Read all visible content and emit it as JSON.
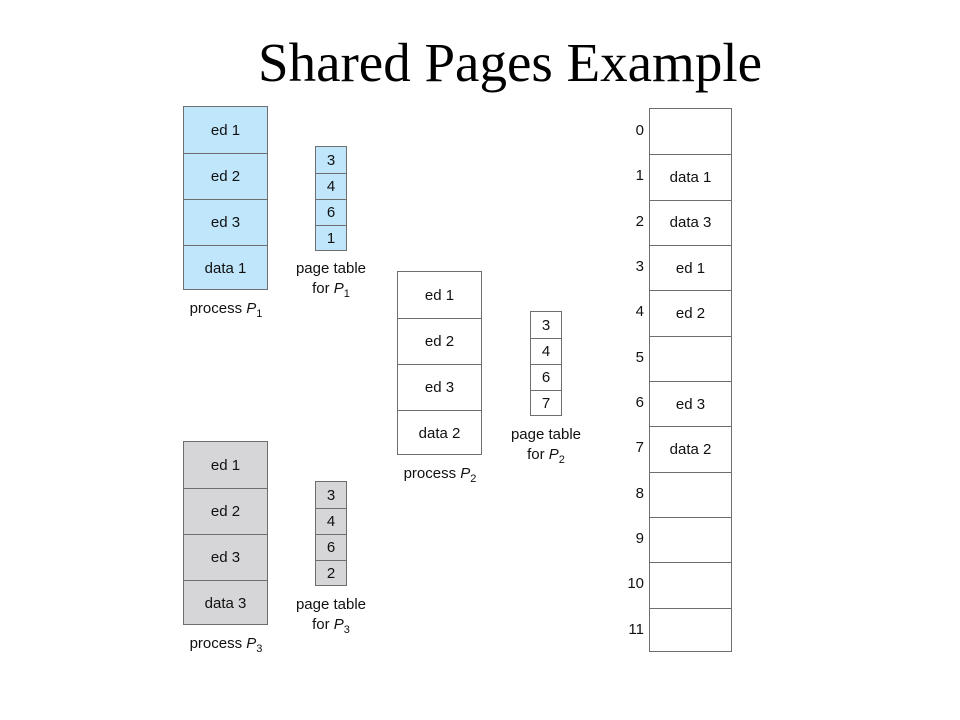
{
  "title": "Shared Pages Example",
  "process_p1": {
    "pages": [
      "ed 1",
      "ed 2",
      "ed 3",
      "data 1"
    ],
    "caption_main": "process",
    "caption_var": "P",
    "caption_sub": "1"
  },
  "page_table_p1": {
    "entries": [
      "3",
      "4",
      "6",
      "1"
    ],
    "caption_line1": "page table",
    "caption_prefix": "for",
    "caption_var": "P",
    "caption_sub": "1"
  },
  "process_p2": {
    "pages": [
      "ed 1",
      "ed 2",
      "ed 3",
      "data 2"
    ],
    "caption_main": "process",
    "caption_var": "P",
    "caption_sub": "2"
  },
  "page_table_p2": {
    "entries": [
      "3",
      "4",
      "6",
      "7"
    ],
    "caption_line1": "page table",
    "caption_prefix": "for",
    "caption_var": "P",
    "caption_sub": "2"
  },
  "process_p3": {
    "pages": [
      "ed 1",
      "ed 2",
      "ed 3",
      "data 3"
    ],
    "caption_main": "process",
    "caption_var": "P",
    "caption_sub": "3"
  },
  "page_table_p3": {
    "entries": [
      "3",
      "4",
      "6",
      "2"
    ],
    "caption_line1": "page table",
    "caption_prefix": "for",
    "caption_var": "P",
    "caption_sub": "3"
  },
  "physical_memory": {
    "frame_numbers": [
      "0",
      "1",
      "2",
      "3",
      "4",
      "5",
      "6",
      "7",
      "8",
      "9",
      "10",
      "11"
    ],
    "frame_contents": [
      "",
      "data 1",
      "data 3",
      "ed 1",
      "ed 2",
      "",
      "ed 3",
      "data 2",
      "",
      "",
      "",
      ""
    ]
  },
  "colors": {
    "process_p1_fill": "#bfe6fb",
    "process_p3_fill": "#d6d6d8",
    "border": "#6e6e6e"
  }
}
